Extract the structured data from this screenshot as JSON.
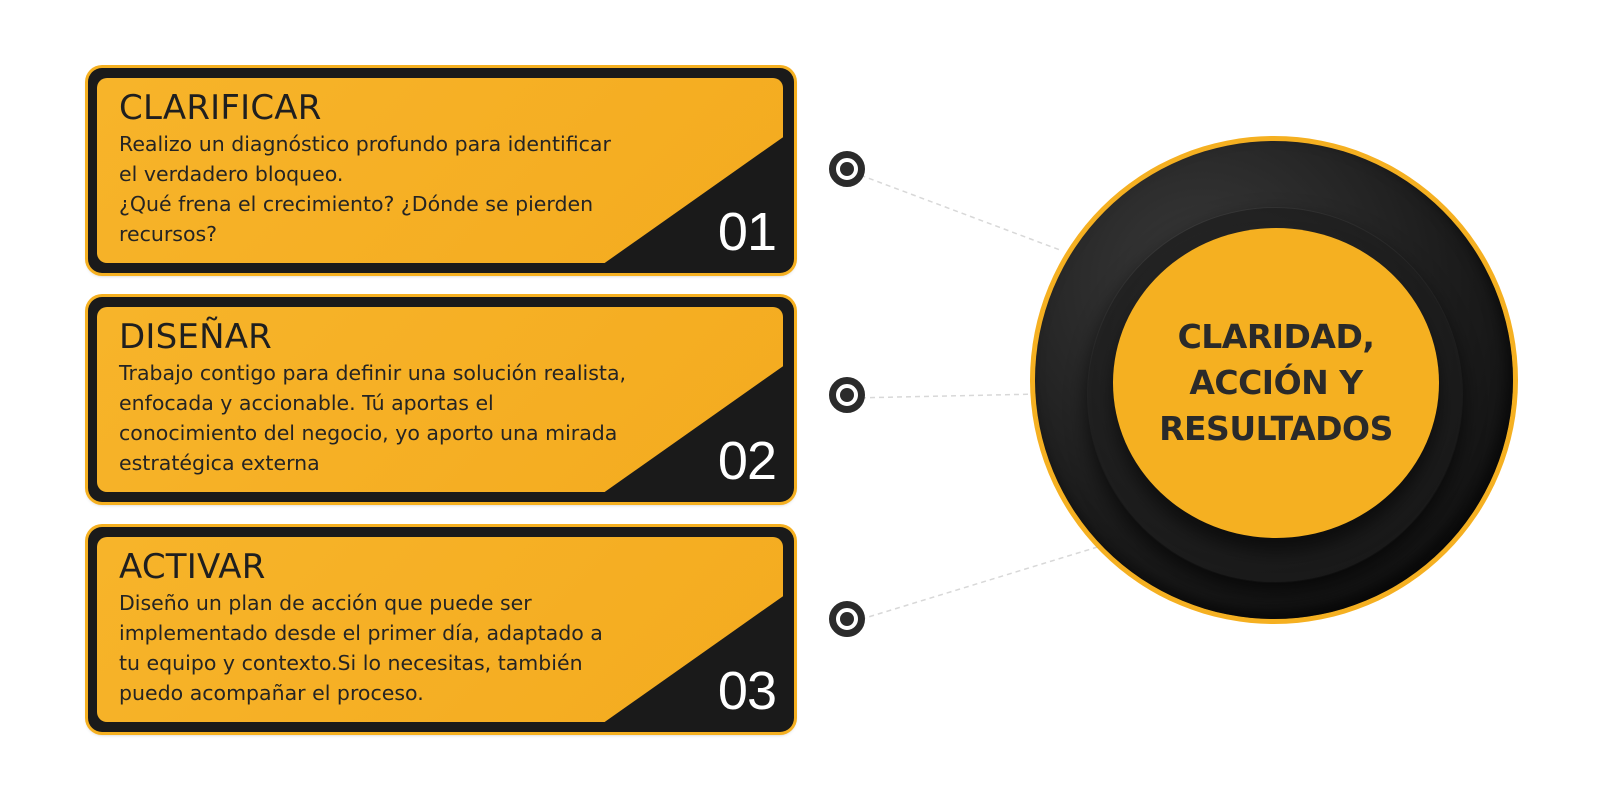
{
  "colors": {
    "accent": "#f5b021",
    "dark": "#1a1a1a",
    "text": "#242424",
    "number": "#ffffff"
  },
  "steps": [
    {
      "title": "CLARIFICAR",
      "description": "Realizo un diagnóstico profundo para identificar\nel verdadero bloqueo.\n¿Qué frena el crecimiento? ¿Dónde se pierden\nrecursos?",
      "number": "01"
    },
    {
      "title": "DISEÑAR",
      "description": "Trabajo contigo para definir una solución realista,\nenfocada y accionable. Tú aportas el\nconocimiento del negocio, yo aporto una mirada\nestratégica externa",
      "number": "02"
    },
    {
      "title": "ACTIVAR",
      "description": "Diseño un plan de acción que puede ser\nimplementado desde el primer día, adaptado a\ntu equipo y contexto.Si lo necesitas, también\npuedo acompañar el proceso.",
      "number": "03"
    }
  ],
  "center": {
    "label": "CLARIDAD,\nACCIÓN Y\nRESULTADOS"
  },
  "icons": {
    "connector_dot": "bullseye-icon"
  }
}
